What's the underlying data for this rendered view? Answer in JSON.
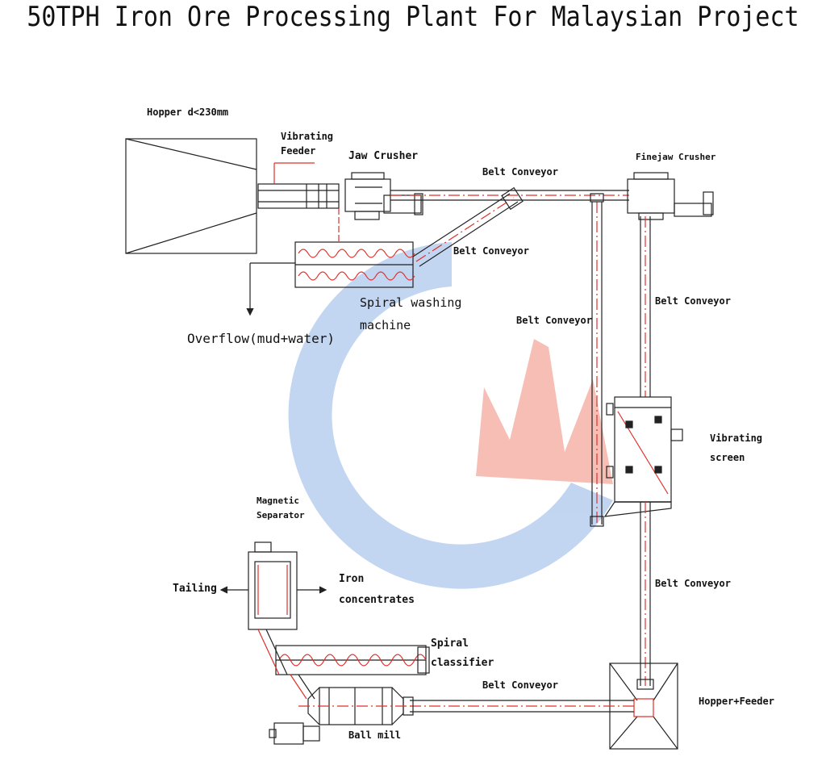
{
  "title": "50TPH Iron Ore Processing Plant For Malaysian Project",
  "labels": {
    "hopper_top": "Hopper  d<230mm",
    "vibrating_feeder_1": "Vibrating",
    "vibrating_feeder_2": "Feeder",
    "jaw_crusher": "Jaw Crusher",
    "belt_conveyor_top": "Belt Conveyor",
    "finejaw_crusher": "Finejaw Crusher",
    "belt_conveyor_incline": "Belt Conveyor",
    "spiral_washing_1": "Spiral washing",
    "spiral_washing_2": "machine",
    "overflow": "Overflow(mud+water)",
    "belt_conveyor_right_upper": "Belt Conveyor",
    "belt_conveyor_return": "Belt Conveyor",
    "vibrating_screen_1": "Vibrating",
    "vibrating_screen_2": "screen",
    "magnetic_separator_1": "Magnetic",
    "magnetic_separator_2": "Separator",
    "tailing": "Tailing",
    "iron_concentrates_1": "Iron",
    "iron_concentrates_2": "concentrates",
    "belt_conveyor_right_lower": "Belt Conveyor",
    "spiral_classifier_1": "Spiral",
    "spiral_classifier_2": "classifier",
    "belt_conveyor_bottom": "Belt Conveyor",
    "hopper_feeder": "Hopper+Feeder",
    "ball_mill": "Ball mill"
  },
  "colors": {
    "line": "#222222",
    "center_line": "#e0302a",
    "watermark_blue": "#8fb3e6",
    "watermark_red": "#f08a7a"
  }
}
